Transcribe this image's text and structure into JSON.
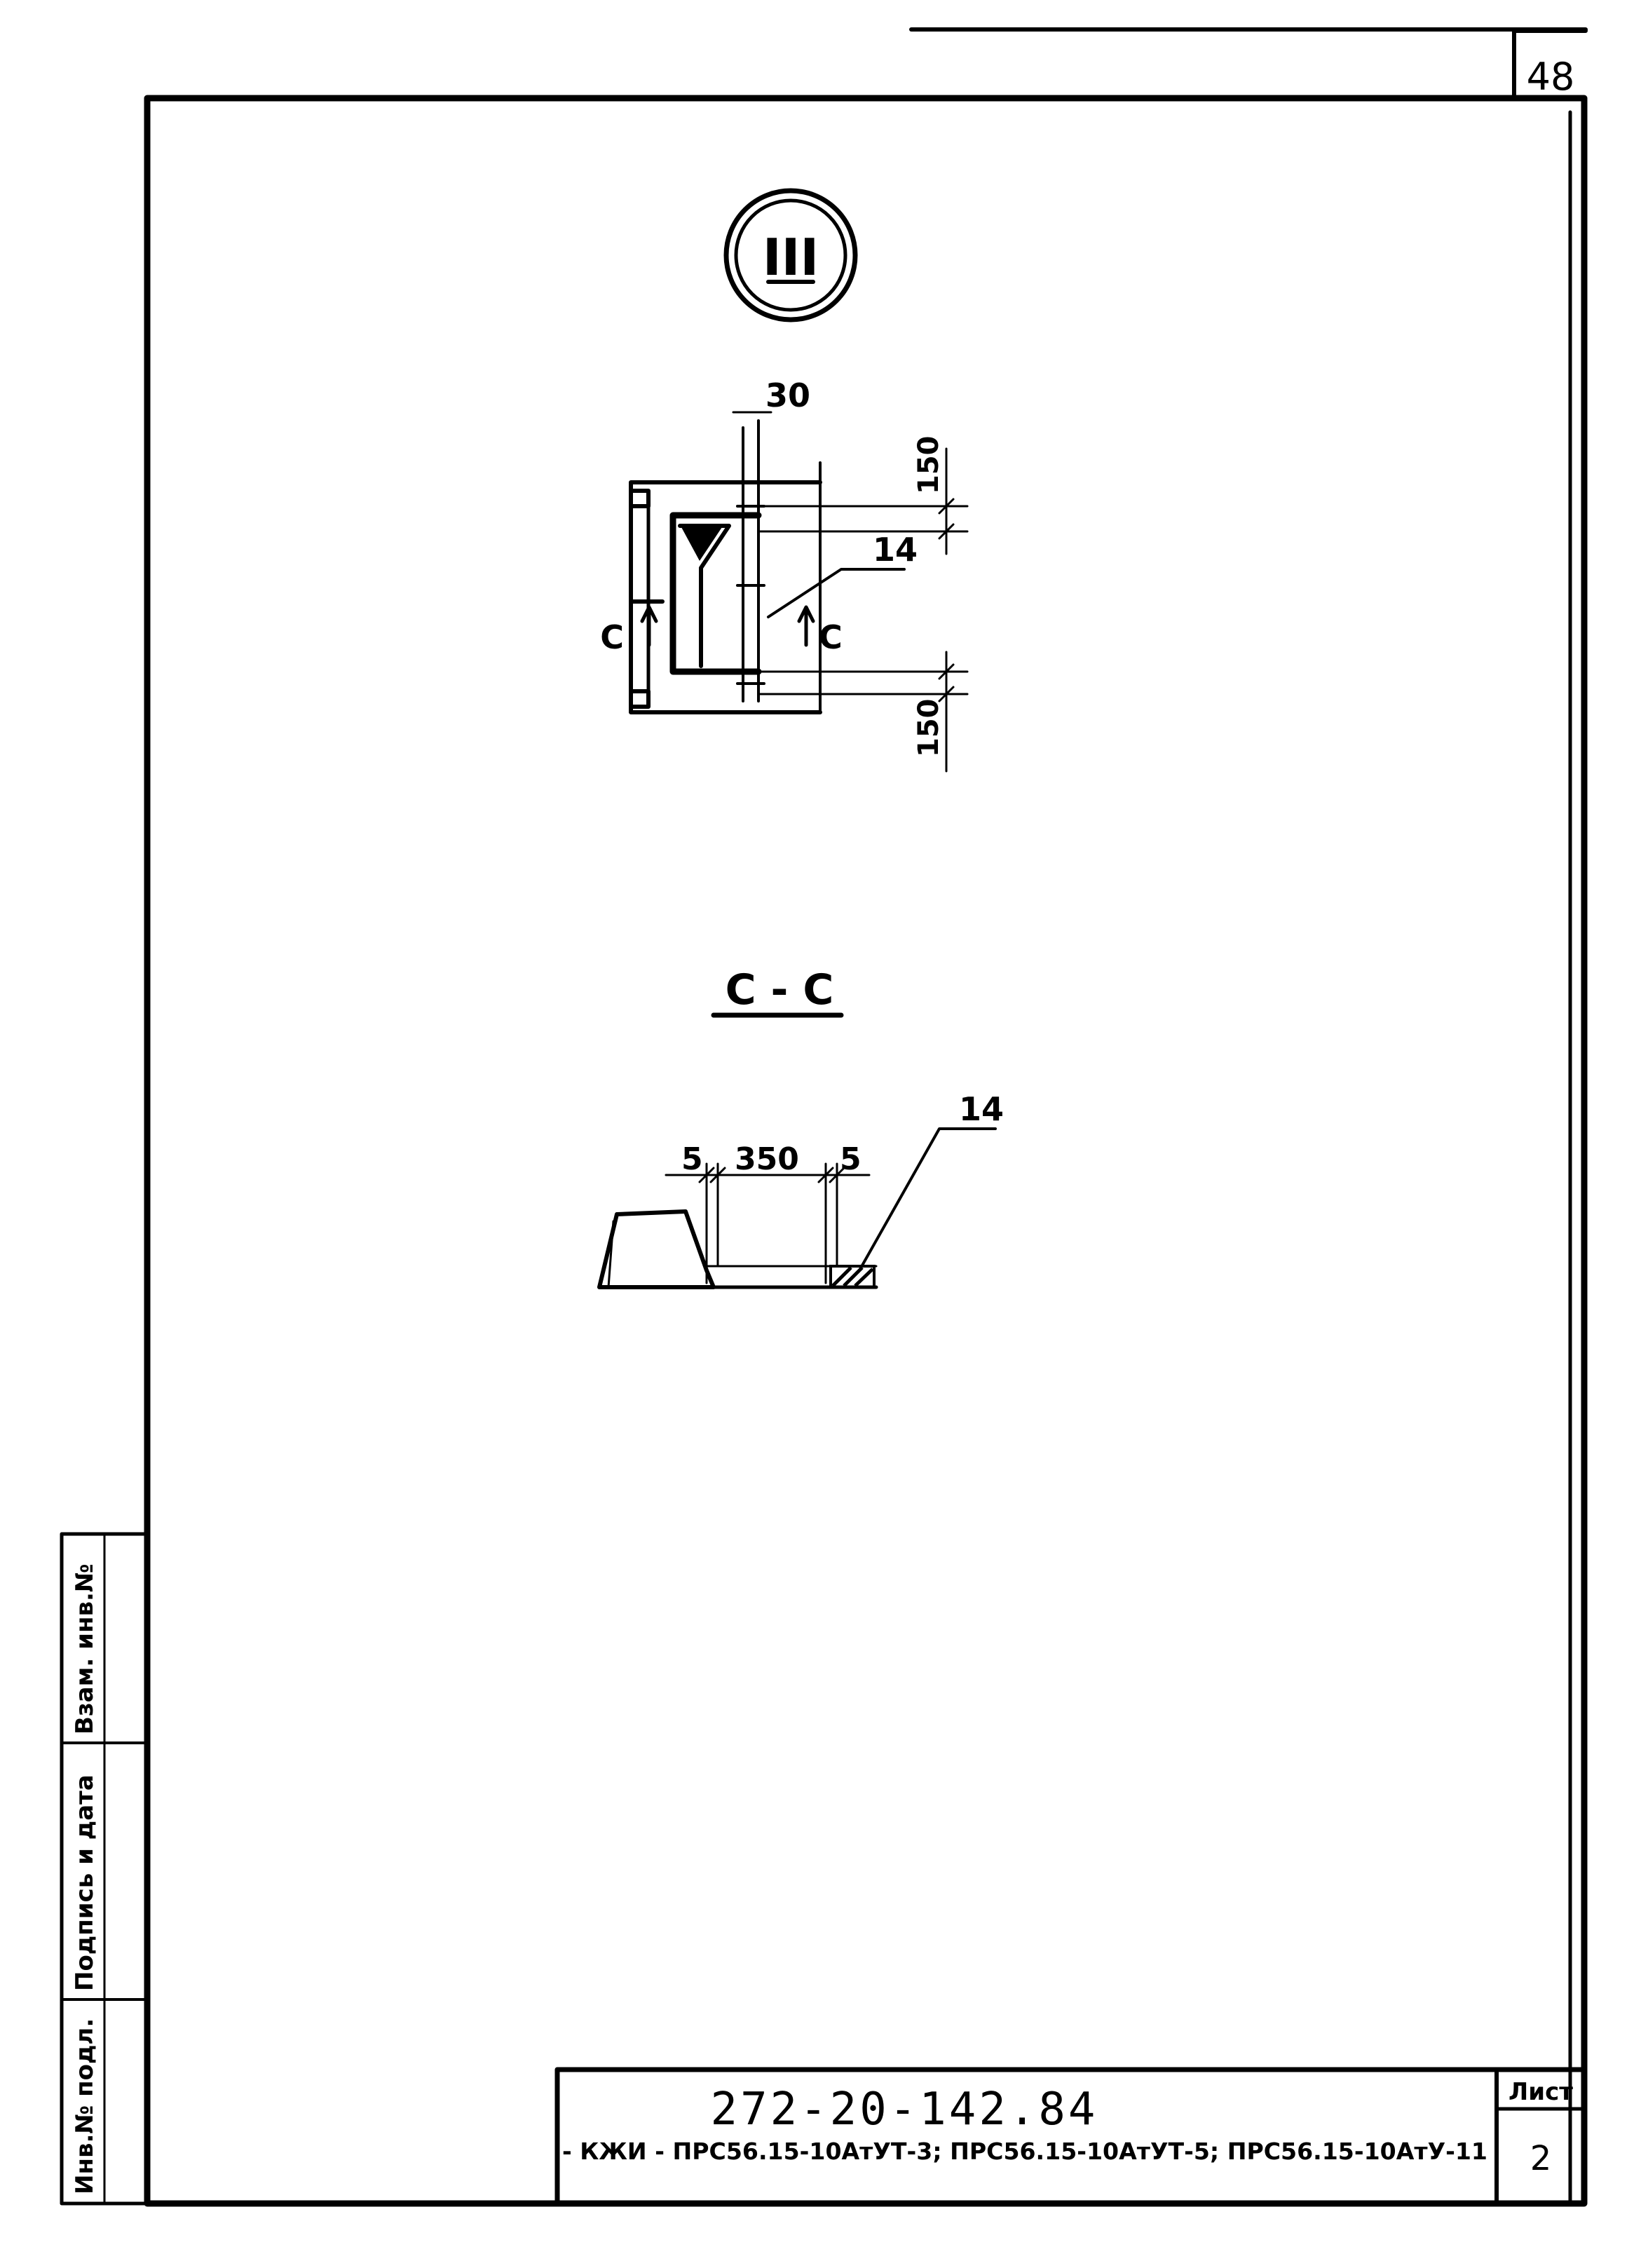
{
  "sheet": {
    "page_number": "48",
    "view_marker": "III",
    "section_title": "С - С",
    "section_marks": [
      "С",
      "С"
    ]
  },
  "plan_view": {
    "dim_top": "30",
    "dim_upper_right": "150",
    "dim_lower_right": "150",
    "callout": "14"
  },
  "section_view": {
    "dim_left": "5",
    "dim_middle": "350",
    "dim_right": "5",
    "callout": "14"
  },
  "side_stamp": {
    "col_inv_podl": "Инв.№ подл.",
    "col_podp_data": "Подпись и дата",
    "col_vzam_inv": "Взам. инв.№"
  },
  "title_block": {
    "doc_number": "272-20-142.84",
    "doc_description": "- КЖИ - ПРС56.15-10АтУТ-3; ПРС56.15-10АтУТ-5; ПРС56.15-10АтУ-11",
    "sheet_label": "Лист",
    "sheet_number": "2"
  }
}
